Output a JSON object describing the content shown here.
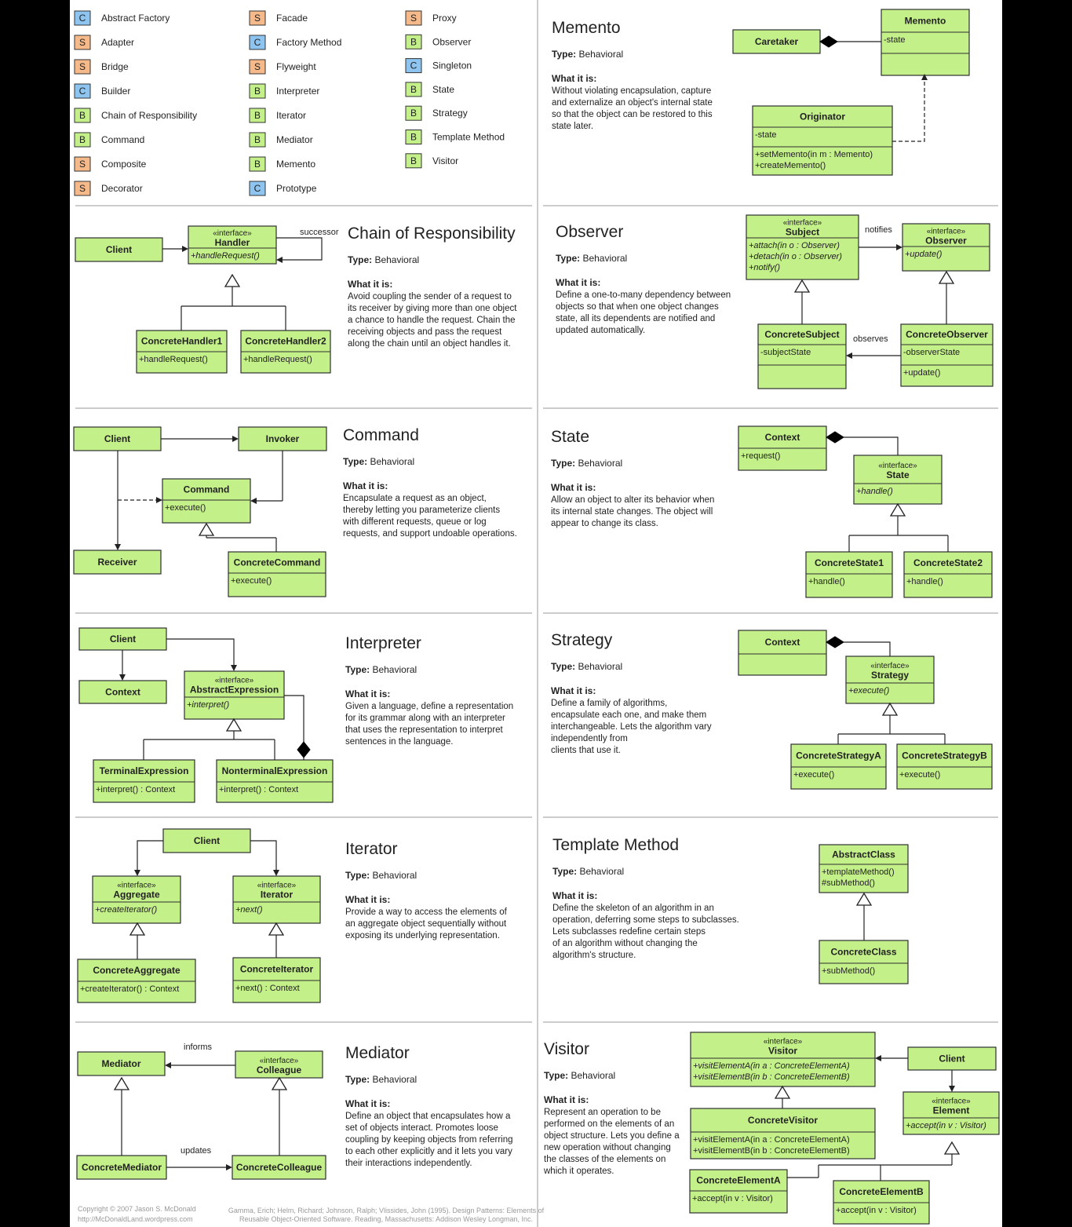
{
  "legend": [
    {
      "code": "C",
      "name": "Abstract Factory"
    },
    {
      "code": "S",
      "name": "Adapter"
    },
    {
      "code": "S",
      "name": "Bridge"
    },
    {
      "code": "C",
      "name": "Builder"
    },
    {
      "code": "B",
      "name": "Chain of Responsibility"
    },
    {
      "code": "B",
      "name": "Command"
    },
    {
      "code": "S",
      "name": "Composite"
    },
    {
      "code": "S",
      "name": "Decorator"
    },
    {
      "code": "S",
      "name": "Facade"
    },
    {
      "code": "C",
      "name": "Factory Method"
    },
    {
      "code": "S",
      "name": "Flyweight"
    },
    {
      "code": "B",
      "name": "Interpreter"
    },
    {
      "code": "B",
      "name": "Iterator"
    },
    {
      "code": "B",
      "name": "Mediator"
    },
    {
      "code": "B",
      "name": "Memento"
    },
    {
      "code": "C",
      "name": "Prototype"
    },
    {
      "code": "S",
      "name": "Proxy"
    },
    {
      "code": "B",
      "name": "Observer"
    },
    {
      "code": "C",
      "name": "Singleton"
    },
    {
      "code": "B",
      "name": "State"
    },
    {
      "code": "B",
      "name": "Strategy"
    },
    {
      "code": "B",
      "name": "Template Method"
    },
    {
      "code": "B",
      "name": "Visitor"
    }
  ],
  "colors": {
    "C": "#8ec5f0",
    "S": "#f5b98a",
    "B": "#c4f08a",
    "box": "#c4f08a",
    "page": "#ffffff",
    "background": "#000000"
  },
  "type_prefix": "Type:",
  "what_label": "What it is:",
  "panels": [
    {
      "title": "Memento",
      "type": "Behavioral",
      "desc": [
        "Without violating encapsulation, capture",
        "and externalize an object's internal state",
        "so that the object can be restored to this",
        "state later."
      ]
    },
    {
      "title": "Chain of Responsibility",
      "type": "Behavioral",
      "desc": [
        "Avoid coupling the sender of a request to",
        "its receiver by giving more than one object",
        "a chance to handle the request. Chain the",
        "receiving objects and pass the request",
        "along the chain until an object handles it."
      ]
    },
    {
      "title": "Observer",
      "type": "Behavioral",
      "desc": [
        "Define a one-to-many dependency between",
        "objects so that when one object changes",
        "state, all its dependents are notified and",
        "updated automatically."
      ]
    },
    {
      "title": "Command",
      "type": "Behavioral",
      "desc": [
        "Encapsulate a request as an object,",
        "thereby letting you parameterize clients",
        "with different requests, queue or log",
        "requests, and support undoable operations."
      ]
    },
    {
      "title": "State",
      "type": "Behavioral",
      "desc": [
        "Allow an object to alter its behavior when",
        "its internal state changes. The object will",
        "appear to change its class."
      ]
    },
    {
      "title": "Interpreter",
      "type": "Behavioral",
      "desc": [
        "Given a language, define a representation",
        "for its grammar along with an interpreter",
        "that uses the representation to interpret",
        "sentences in the language."
      ]
    },
    {
      "title": "Strategy",
      "type": "Behavioral",
      "desc": [
        "Define a family of algorithms,",
        "encapsulate each one, and make them",
        "interchangeable. Lets the algorithm vary",
        "independently from",
        "clients that use it."
      ]
    },
    {
      "title": "Iterator",
      "type": "Behavioral",
      "desc": [
        "Provide a way to access the elements of",
        "an aggregate object sequentially without",
        "exposing its underlying representation."
      ]
    },
    {
      "title": "Template Method",
      "type": "Behavioral",
      "desc": [
        "Define the skeleton of an algorithm in an",
        "operation, deferring some steps to subclasses.",
        "Lets subclasses redefine certain steps",
        "of an algorithm without changing the",
        "algorithm's structure."
      ]
    },
    {
      "title": "Mediator",
      "type": "Behavioral",
      "desc": [
        "Define an object that encapsulates how a",
        "set of objects interact. Promotes loose",
        "coupling by keeping objects from referring",
        "to each other explicitly and it lets you vary",
        "their interactions independently."
      ]
    },
    {
      "title": "Visitor",
      "type": "Behavioral",
      "desc": [
        "Represent an operation to be",
        "performed on the elements of an",
        "object structure. Lets you define a",
        "new operation without changing",
        "the classes of the elements on",
        "which it operates."
      ]
    }
  ],
  "classes": [
    {
      "name": "Memento",
      "members": [
        [
          "-state"
        ],
        []
      ]
    },
    {
      "name": "Caretaker",
      "members": [
        []
      ]
    },
    {
      "name": "Originator",
      "members": [
        [
          "-state"
        ],
        [
          "+setMemento(in m : Memento)",
          "+createMemento()"
        ]
      ]
    },
    {
      "stereo": "«interface»",
      "name": "Handler",
      "members": [
        [
          "+handleRequest()"
        ]
      ]
    },
    {
      "name": "Client",
      "members": [
        []
      ]
    },
    {
      "name": "ConcreteHandler1",
      "members": [
        [
          "+handleRequest()"
        ]
      ]
    },
    {
      "name": "ConcreteHandler2",
      "members": [
        [
          "+handleRequest()"
        ]
      ]
    },
    {
      "stereo": "«interface»",
      "name": "Subject",
      "members": [
        [
          "+attach(in o : Observer)",
          "+detach(in o : Observer)",
          "+notify()"
        ]
      ]
    },
    {
      "stereo": "«interface»",
      "name": "Observer",
      "members": [
        [
          "+update()"
        ]
      ]
    },
    {
      "name": "ConcreteSubject",
      "members": [
        [
          "-subjectState"
        ],
        []
      ]
    },
    {
      "name": "ConcreteObserver",
      "members": [
        [
          "-observerState"
        ],
        [
          "+update()"
        ]
      ]
    },
    {
      "name": "Client"
    },
    {
      "name": "Invoker",
      "members": [
        []
      ]
    },
    {
      "name": "Command",
      "members": [
        [
          "+execute()"
        ]
      ]
    },
    {
      "name": "Receiver"
    },
    {
      "name": "ConcreteCommand",
      "members": [
        [
          "+execute()"
        ]
      ]
    },
    {
      "name": "Context",
      "members": [
        [
          "+request()"
        ]
      ]
    },
    {
      "stereo": "«interface»",
      "name": "State",
      "members": [
        [
          "+handle()"
        ]
      ]
    },
    {
      "name": "ConcreteState1",
      "members": [
        [
          "+handle()"
        ]
      ]
    },
    {
      "name": "ConcreteState2",
      "members": [
        [
          "+handle()"
        ]
      ]
    },
    {
      "name": "Client"
    },
    {
      "name": "Context"
    },
    {
      "stereo": "«interface»",
      "name": "AbstractExpression",
      "members": [
        [
          "+interpret()"
        ]
      ]
    },
    {
      "name": "TerminalExpression",
      "members": [
        [
          "+interpret() : Context"
        ]
      ]
    },
    {
      "name": "NonterminalExpression",
      "members": [
        [
          "+interpret() : Context"
        ]
      ]
    },
    {
      "name": "Context",
      "members": [
        []
      ]
    },
    {
      "stereo": "«interface»",
      "name": "Strategy",
      "members": [
        [
          "+execute()"
        ]
      ]
    },
    {
      "name": "ConcreteStrategyA",
      "members": [
        [
          "+execute()"
        ]
      ]
    },
    {
      "name": "ConcreteStrategyB",
      "members": [
        [
          "+execute()"
        ]
      ]
    },
    {
      "name": "Client"
    },
    {
      "stereo": "«interface»",
      "name": "Aggregate",
      "members": [
        [
          "+createIterator()"
        ]
      ]
    },
    {
      "stereo": "«interface»",
      "name": "Iterator",
      "members": [
        [
          "+next()"
        ]
      ]
    },
    {
      "name": "ConcreteAggregate",
      "members": [
        [
          "+createIterator() : Context"
        ]
      ]
    },
    {
      "name": "ConcreteIterator",
      "members": [
        [
          "+next() : Context"
        ]
      ]
    },
    {
      "name": "AbstractClass",
      "members": [
        [
          "+templateMethod()",
          "#subMethod()"
        ]
      ]
    },
    {
      "name": "ConcreteClass",
      "members": [
        [
          "+subMethod()"
        ]
      ]
    },
    {
      "name": "Mediator"
    },
    {
      "stereo": "«interface»",
      "name": "Colleague"
    },
    {
      "name": "ConcreteMediator"
    },
    {
      "name": "ConcreteColleague"
    },
    {
      "stereo": "«interface»",
      "name": "Visitor",
      "members": [
        [
          "+visitElementA(in a : ConcreteElementA)",
          "+visitElementB(in b : ConcreteElementB)"
        ]
      ]
    },
    {
      "name": "Client"
    },
    {
      "name": "ConcreteVisitor",
      "members": [
        [
          "+visitElementA(in a : ConcreteElementA)",
          "+visitElementB(in b : ConcreteElementB)"
        ]
      ]
    },
    {
      "stereo": "«interface»",
      "name": "Element",
      "members": [
        [
          "+accept(in v : Visitor)"
        ]
      ]
    },
    {
      "name": "ConcreteElementA",
      "members": [
        [
          "+accept(in v : Visitor)"
        ]
      ]
    },
    {
      "name": "ConcreteElementB",
      "members": [
        [
          "+accept(in v : Visitor)"
        ]
      ]
    }
  ],
  "labels": {
    "successor": "successor",
    "notifies": "notifies",
    "observes": "observes",
    "informs": "informs",
    "updates": "updates"
  },
  "copyright": [
    "Copyright © 2007 Jason S. McDonald",
    "http://McDonaldLand.wordpress.com"
  ],
  "reference": [
    "Gamma, Erich; Helm, Richard; Johnson, Ralph; Vlissides, John (1995). Design Patterns: Elements of",
    "Reusable Object-Oriented Software. Reading, Massachusetts: Addison Wesley Longman, Inc."
  ]
}
